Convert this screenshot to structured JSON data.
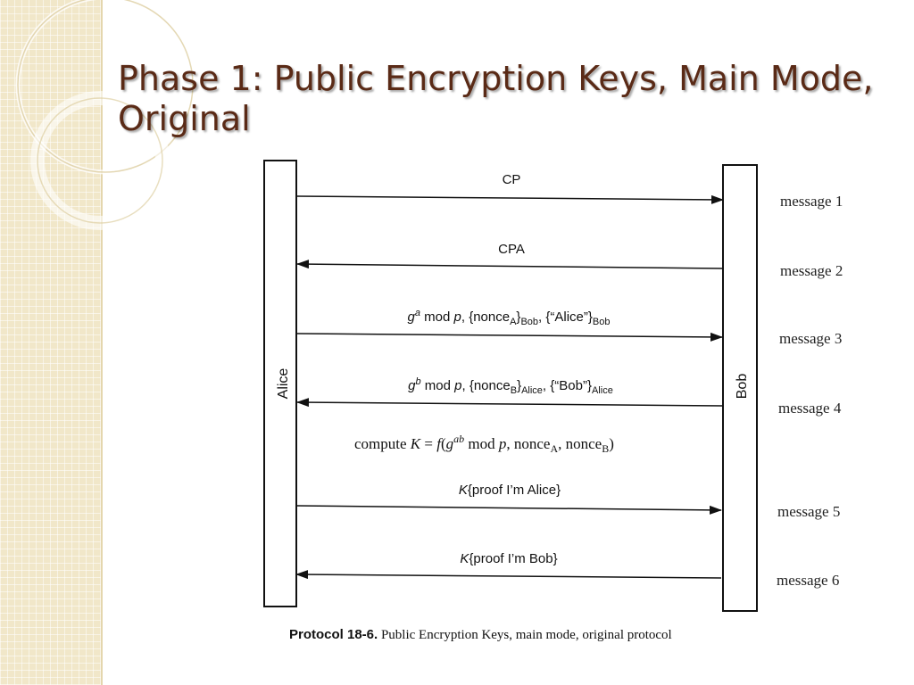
{
  "slide": {
    "title_line1": "Phase 1: Public Encryption Keys, Main Mode,",
    "title_line2": "Original"
  },
  "diagram": {
    "participants": {
      "left": "Alice",
      "right": "Bob"
    },
    "messages": [
      {
        "id": "m1",
        "label": "CP",
        "direction": "right",
        "tag": "message 1"
      },
      {
        "id": "m2",
        "label": "CPA",
        "direction": "left",
        "tag": "message 2"
      },
      {
        "id": "m3",
        "direction": "right",
        "tag": "message 3",
        "parts": {
          "g": "g",
          "exp": "a",
          "mod": " mod ",
          "p": "p",
          "sep1": ", {nonce",
          "sub1": "A",
          "close1": "}",
          "sub2": "Bob",
          "sep2": ", {“Alice”}",
          "sub3": "Bob"
        }
      },
      {
        "id": "m4",
        "direction": "left",
        "tag": "message 4",
        "parts": {
          "g": "g",
          "exp": "b",
          "mod": " mod ",
          "p": "p",
          "sep1": ", {nonce",
          "sub1": "B",
          "close1": "}",
          "sub2": "Alice",
          "sep2": ", {“Bob”}",
          "sub3": "Alice"
        }
      },
      {
        "id": "m5",
        "direction": "right",
        "tag": "message 5",
        "parts": {
          "k": "K",
          "text": "{proof I’m Alice}"
        }
      },
      {
        "id": "m6",
        "direction": "left",
        "tag": "message 6",
        "parts": {
          "k": "K",
          "text": "{proof I’m Bob}"
        }
      }
    ],
    "compute": {
      "prefix": "compute ",
      "k": "K",
      "eq": " = ",
      "f": "f",
      "open": "(",
      "g": "g",
      "exp": "ab",
      "mod": " mod ",
      "p": "p",
      "n1": ", nonce",
      "sub1": "A",
      "n2": ", nonce",
      "sub2": "B",
      "close": ")"
    },
    "caption": {
      "bold": "Protocol 18-6.",
      "text": " Public Encryption Keys, main mode, original protocol"
    }
  }
}
